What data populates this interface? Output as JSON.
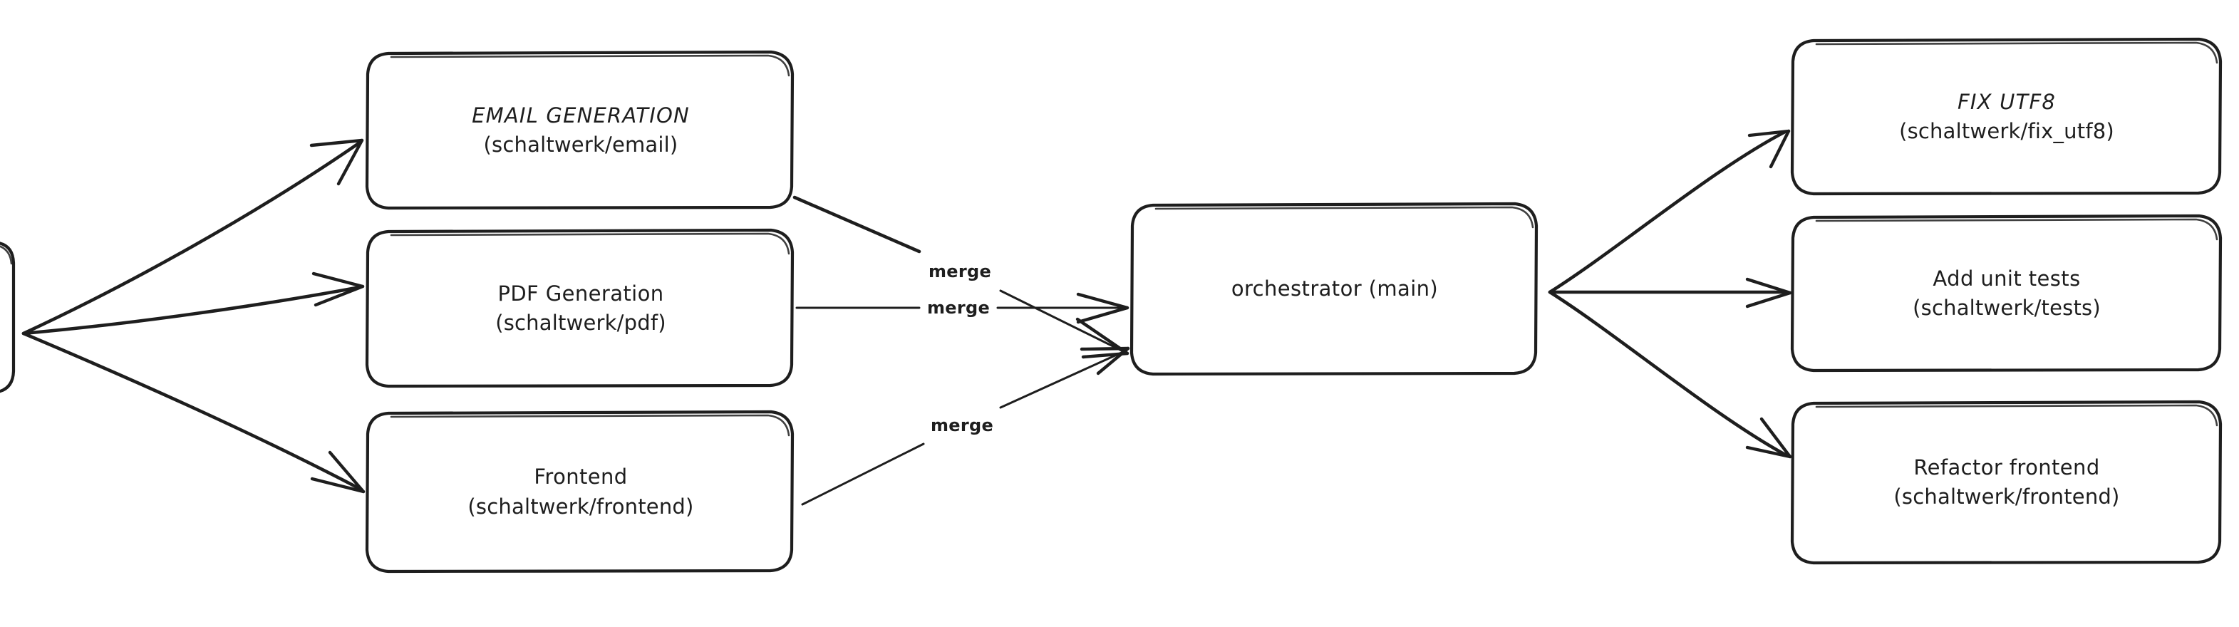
{
  "diagram": {
    "title": "Schaltwerk orchestrator branch/merge diagram",
    "background": "#ffffff",
    "stroke_color": "#1e1e1e",
    "style": "hand-drawn"
  },
  "nodes": {
    "source_offscreen": {
      "name": "source-node-offscreen",
      "label": "",
      "sublabel": ""
    },
    "left_column": [
      {
        "id": "email-generation",
        "label": "EMAIL GENERATION",
        "sublabel": "(schaltwerk/email)",
        "caps": true
      },
      {
        "id": "pdf-generation",
        "label": "PDF Generation",
        "sublabel": "(schaltwerk/pdf)",
        "caps": false
      },
      {
        "id": "frontend",
        "label": "Frontend",
        "sublabel": "(schaltwerk/frontend)",
        "caps": false
      }
    ],
    "center": {
      "id": "orchestrator",
      "label": "orchestrator (main)",
      "sublabel": ""
    },
    "right_column": [
      {
        "id": "fix-utf8",
        "label": "FIX UTF8",
        "sublabel": "(schaltwerk/fix_utf8)",
        "caps": true
      },
      {
        "id": "add-unit-tests",
        "label": "Add unit tests",
        "sublabel": "(schaltwerk/tests)",
        "caps": false
      },
      {
        "id": "refactor-frontend",
        "label": "Refactor frontend",
        "sublabel": "(schaltwerk/frontend)",
        "caps": false
      }
    ]
  },
  "edges": {
    "merge_labels": [
      {
        "id": "merge-email",
        "label": "merge"
      },
      {
        "id": "merge-pdf",
        "label": "merge"
      },
      {
        "id": "merge-frontend",
        "label": "merge"
      }
    ]
  }
}
